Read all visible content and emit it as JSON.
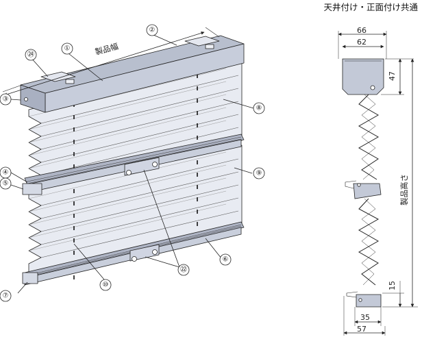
{
  "title": "天井付け・正面付け共通",
  "parts": {
    "p1": "①",
    "p2": "②",
    "p3": "③",
    "p4": "④",
    "p5": "⑤",
    "p6": "⑥",
    "p7": "⑦",
    "p8": "⑧",
    "p9": "⑨",
    "p10": "⑩",
    "p22": "㉒",
    "p24": "㉔"
  },
  "dimensions": {
    "product_width": "製品幅",
    "product_height": "製品高さ",
    "d66": "66",
    "d62": "62",
    "d47": "47",
    "d15": "15",
    "d35": "35",
    "d57": "57"
  },
  "colors": {
    "fabric": "#e6e9f1",
    "headrail": "#c4cad8",
    "line": "#222222"
  }
}
